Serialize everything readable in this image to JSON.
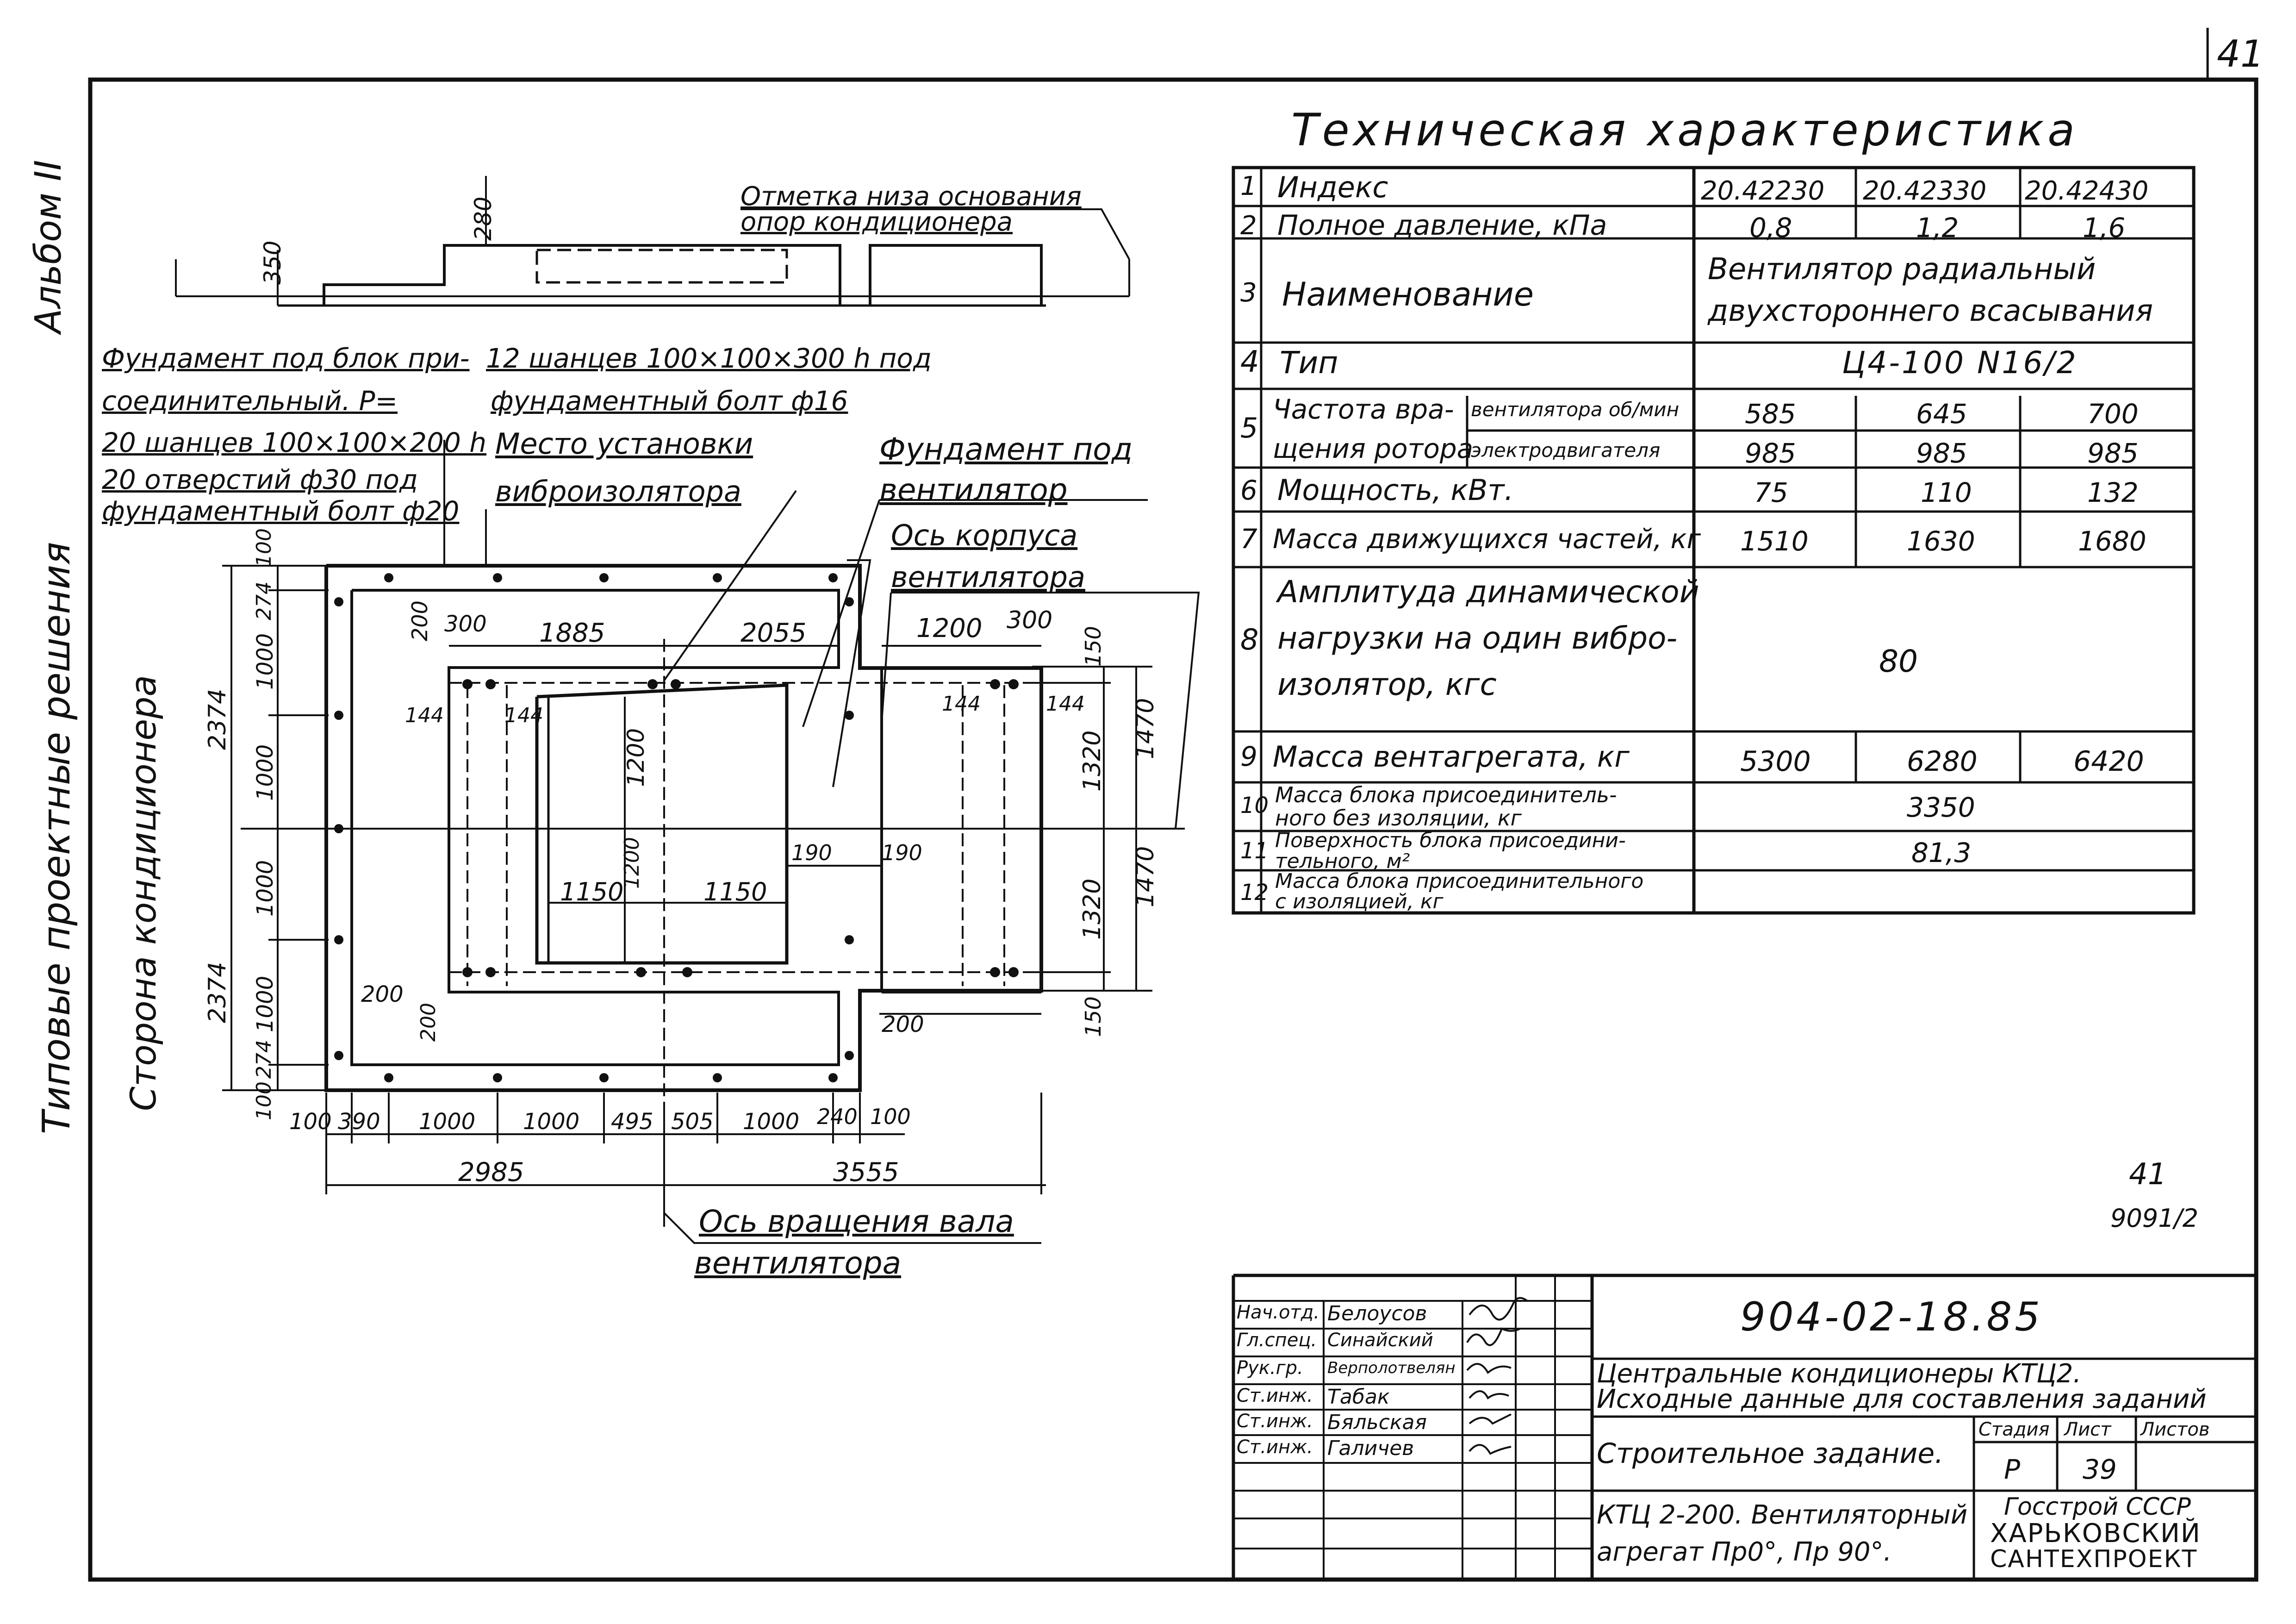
{
  "sheet_number": "41",
  "side": {
    "album": "Альбом II",
    "series": "Типовые проектные решения",
    "side_label": "Сторона кондиционера"
  },
  "elevation": {
    "note_line1": "Отметка низа основания",
    "note_line2": "опор кондиционера",
    "dim_280": "280",
    "dim_350": "350"
  },
  "plan": {
    "notes": {
      "foundation_block_line1": "Фундамент под блок при-",
      "foundation_block_line2": "соединительный. Р=",
      "foundation_block_line3": "20 шанцев 100×100×200 h",
      "foundation_block_line4": "20 отверстий ф30 под",
      "foundation_block_line5": "фундаментный болт ф20",
      "shanets_line1": "12 шанцев 100×100×300 h под",
      "shanets_line2": "фундаментный болт ф16",
      "vibro_line1": "Место установки",
      "vibro_line2": "виброизолятора",
      "fan_found_line1": "Фундамент под",
      "fan_found_line2": "вентилятор",
      "casing_line1": "Ось корпуса",
      "casing_line2": "вентилятора",
      "shaft_line1": "Ось вращения вала",
      "shaft_line2": "вентилятора"
    },
    "dims": {
      "d1885": "1885",
      "d2055": "2055",
      "d1200t": "1200",
      "d300t": "300",
      "d300l": "300",
      "d200a": "200",
      "d144a": "144",
      "d144b": "144",
      "d144c": "144",
      "d144d": "144",
      "d1200v1": "1200",
      "d1200v2": "1200",
      "d1150a": "1150",
      "d1150b": "1150",
      "d190a": "190",
      "d190b": "190",
      "d1320a": "1320",
      "d1320b": "1320",
      "d1470a": "1470",
      "d1470b": "1470",
      "d150a": "150",
      "d150b": "150",
      "d200b": "200",
      "d200c": "200",
      "d200d": "200",
      "l2374a": "2374",
      "l2374b": "2374",
      "l100a": "100",
      "l274a": "274",
      "l1000a": "1000",
      "l1000b": "1000",
      "l1000c": "1000",
      "l1000d": "1000",
      "l274b": "274",
      "l100b": "100",
      "b100a": "100",
      "b390": "390",
      "b1000a": "1000",
      "b1000b": "1000",
      "b495": "495",
      "b505": "505",
      "b1000c": "1000",
      "b240": "240",
      "b100b": "100",
      "b2985": "2985",
      "b3555": "3555"
    }
  },
  "tech_spec": {
    "title": "Техническая характеристика",
    "rows": [
      {
        "n": "1",
        "label": "Индекс",
        "v1": "20.42230",
        "v2": "20.42330",
        "v3": "20.42430"
      },
      {
        "n": "2",
        "label": "Полное давление, кПа",
        "v1": "0,8",
        "v2": "1,2",
        "v3": "1,6"
      },
      {
        "n": "3",
        "label": "Наименование",
        "span_line1": "Вентилятор радиальный",
        "span_line2": "двухстороннего всасывания"
      },
      {
        "n": "4",
        "label": "Тип",
        "span": "Ц4-100 N16/2"
      },
      {
        "n": "5",
        "label_line1": "Частота вра-",
        "label_line2": "щения ротора",
        "sub1": "вентилятора об/мин",
        "sub2": "электродвигателя",
        "a1": "585",
        "a2": "645",
        "a3": "700",
        "b1": "985",
        "b2": "985",
        "b3": "985"
      },
      {
        "n": "6",
        "label": "Мощность, кВт.",
        "v1": "75",
        "v2": "110",
        "v3": "132"
      },
      {
        "n": "7",
        "label": "Масса движущихся частей, кг",
        "v1": "1510",
        "v2": "1630",
        "v3": "1680"
      },
      {
        "n": "8",
        "label_line1": "Амплитуда динамической",
        "label_line2": "нагрузки на один вибро-",
        "label_line3": "изолятор, кгс",
        "span": "80"
      },
      {
        "n": "9",
        "label": "Масса вентагрегата, кг",
        "v1": "5300",
        "v2": "6280",
        "v3": "6420"
      },
      {
        "n": "10",
        "label_line1": "Масса блока присоединитель-",
        "label_line2": "ного без изоляции, кг",
        "span": "3350"
      },
      {
        "n": "11",
        "label_line1": "Поверхность блока присоедини-",
        "label_line2": "тельного, м²",
        "span": "81,3"
      },
      {
        "n": "12",
        "label_line1": "Масса блока присоединительного",
        "label_line2": "с изоляцией, кг",
        "span": ""
      }
    ]
  },
  "archive_note_line1": "41",
  "archive_note_line2": "9091/2",
  "title_block": {
    "designation": "904-02-18.85",
    "people": [
      {
        "role": "Нач.отд.",
        "name": "Белоусов"
      },
      {
        "role": "Гл.спец.",
        "name": "Синайский"
      },
      {
        "role": "Рук.гр.",
        "name": "Верполотвелян"
      },
      {
        "role": "Ст.инж.",
        "name": "Табак"
      },
      {
        "role": "Ст.инж.",
        "name": "Бяльская"
      },
      {
        "role": "Ст.инж.",
        "name": "Галичев"
      }
    ],
    "title_line1": "Центральные кондиционеры КТЦ2.",
    "title_line2": "Исходные данные для составления заданий",
    "task": "Строительное задание.",
    "stage_label": "Стадия",
    "sheet_label": "Лист",
    "sheets_label": "Листов",
    "stage": "Р",
    "sheet": "39",
    "sheets": "",
    "product_line1": "КТЦ 2-200. Вентиляторный",
    "product_line2": "агрегат Пр0°, Пр 90°.",
    "org_line1": "Госстрой СССР",
    "org_line2": "ХАРЬКОВСКИЙ",
    "org_line3": "САНТЕХПРОЕКТ"
  }
}
